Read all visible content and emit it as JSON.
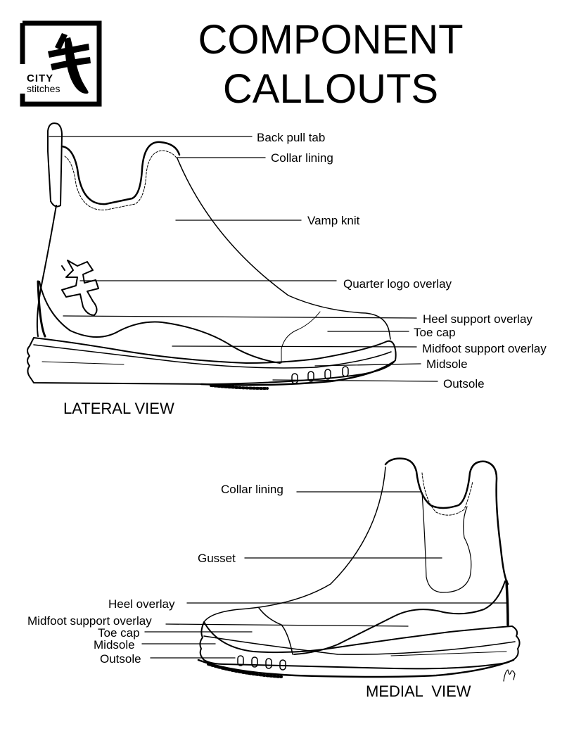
{
  "title": {
    "line1": "COMPONENT",
    "line2": "CALLOUTS"
  },
  "logo": {
    "word1": "CITY",
    "word2": "stitches",
    "icon": "stitch-glyph-logo"
  },
  "lateral": {
    "view_label": "LATERAL VIEW",
    "callouts": [
      "Back pull tab",
      "Collar lining",
      "Vamp knit",
      "Quarter logo overlay",
      "Heel support overlay",
      "Toe cap",
      "Midfoot support overlay",
      "Midsole",
      "Outsole"
    ]
  },
  "medial": {
    "view_label": "MEDIAL  VIEW",
    "callouts": [
      "Collar lining",
      "Gusset",
      "Heel overlay",
      "Midfoot support overlay",
      "Toe cap",
      "Midsole",
      "Outsole"
    ]
  },
  "colors": {
    "ink": "#000000",
    "background": "#ffffff"
  }
}
